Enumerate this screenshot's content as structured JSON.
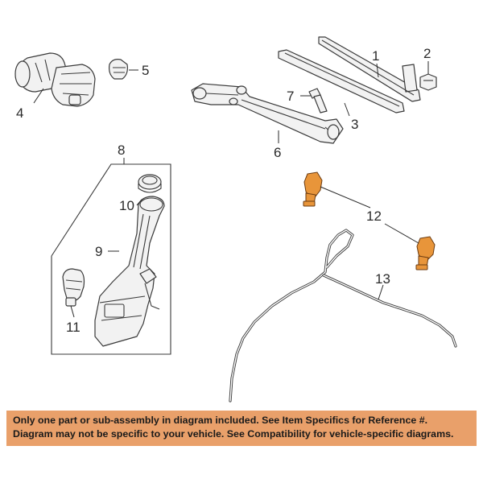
{
  "callouts": {
    "c1": "1",
    "c2": "2",
    "c3": "3",
    "c4": "4",
    "c5": "5",
    "c6": "6",
    "c7": "7",
    "c8": "8",
    "c9": "9",
    "c10": "10",
    "c11": "11",
    "c12": "12",
    "c13": "13"
  },
  "footer": {
    "line1": "Only one part or sub-assembly in diagram included. See Item Specifics for Reference #.",
    "line2": "Diagram may not be specific to your vehicle. See Compatibility for vehicle-specific diagrams."
  },
  "colors": {
    "highlight_parts": "#e8953a",
    "footer_background": "#e9a06a"
  }
}
